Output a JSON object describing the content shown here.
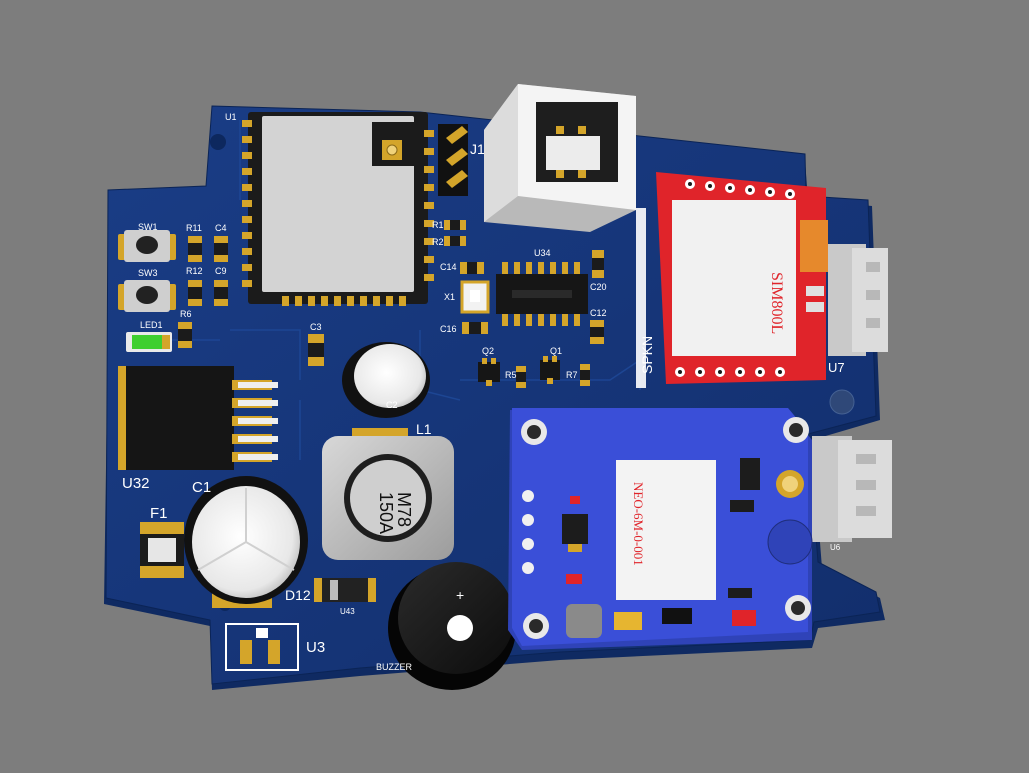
{
  "scene": {
    "background_color": "#7d7d7d",
    "board_color": "#14357a",
    "module_blue": "#3a4fd8",
    "sim_red": "#e0242a",
    "gold": "#d4a52a"
  },
  "board": {
    "buttons": {
      "sw1": "SW1",
      "sw3": "SW3"
    },
    "passives": {
      "r11": "R11",
      "c4": "C4",
      "r12": "R12",
      "c9": "C9",
      "r6": "R6",
      "c3": "C3",
      "c14": "C14",
      "c16": "C16",
      "c20": "C20",
      "c12": "C12",
      "r1": "R1",
      "r2": "R2",
      "r5": "R5",
      "r7": "R7",
      "x1": "X1",
      "q1": "Q1",
      "q2": "Q2"
    },
    "led": "LED1",
    "u1": "U1",
    "j1": "J1",
    "u34": "U34",
    "c2": "C2",
    "l1": "L1",
    "l1_marking_1": "150A",
    "l1_marking_2": "M78",
    "u32": "U32",
    "c1": "C1",
    "f1": "F1",
    "d12": "D12",
    "u43": "U43",
    "u3": "U3",
    "buzzer": "BUZZER",
    "spkn": "SPKN",
    "sim_module": "SIM800L",
    "u7": "U7",
    "u6": "U6",
    "gps_module": "NEO-6M-0-001"
  }
}
